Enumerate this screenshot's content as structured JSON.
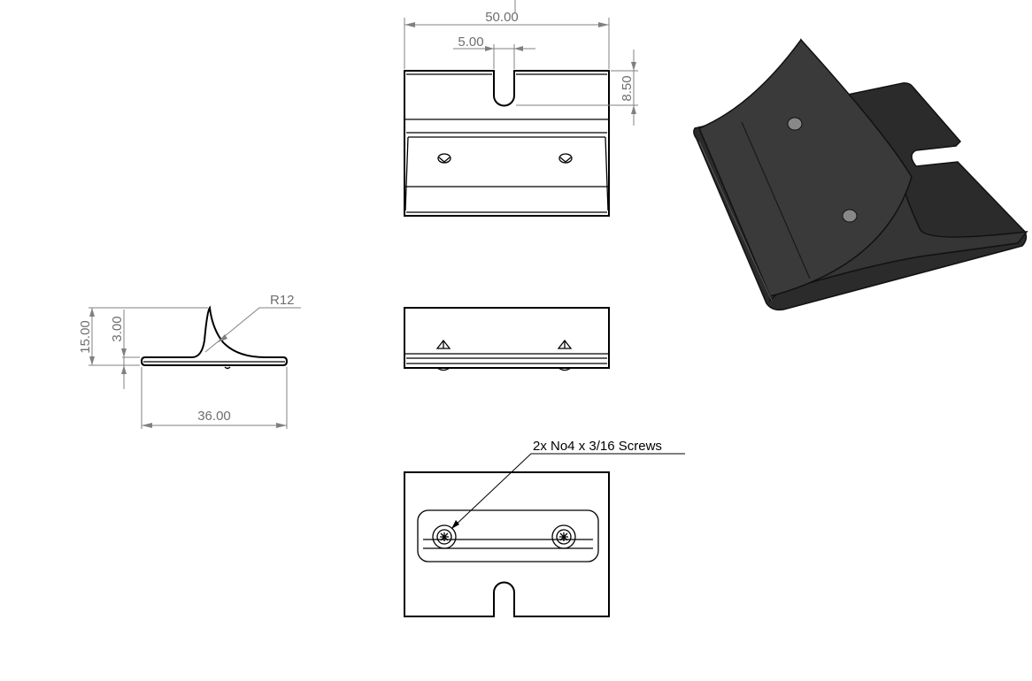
{
  "drawing": {
    "top_view": {
      "dim_width": "50.00",
      "dim_slot_width": "5.00",
      "dim_slot_depth": "8.50"
    },
    "side_view": {
      "dim_height": "15.00",
      "dim_thickness": "3.00",
      "dim_depth": "36.00",
      "dim_radius": "R12"
    },
    "bottom_view": {
      "callout": "2x No4 x 3/16 Screws"
    },
    "iso_view": {
      "color": "#2e2e2e"
    }
  }
}
